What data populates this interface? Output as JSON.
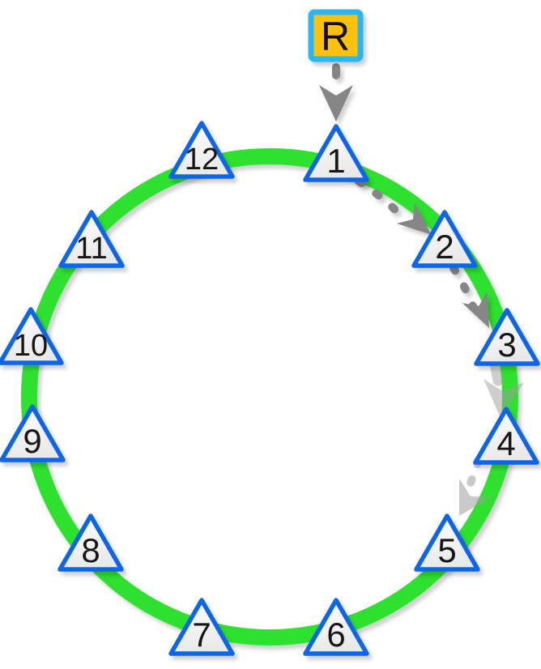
{
  "diagram": {
    "resource": {
      "label": "R"
    },
    "nodes": [
      {
        "label": "1"
      },
      {
        "label": "2"
      },
      {
        "label": "3"
      },
      {
        "label": "4"
      },
      {
        "label": "5"
      },
      {
        "label": "6"
      },
      {
        "label": "7"
      },
      {
        "label": "8"
      },
      {
        "label": "9"
      },
      {
        "label": "10"
      },
      {
        "label": "11"
      },
      {
        "label": "12"
      }
    ],
    "edges": [
      {
        "from": "R",
        "to": "1",
        "style": "dashed-arrow",
        "tone": "dark"
      },
      {
        "from": "1",
        "to": "2",
        "style": "dashed-arrow",
        "tone": "dark"
      },
      {
        "from": "2",
        "to": "3",
        "style": "dashed-arrow",
        "tone": "dark"
      },
      {
        "from": "3",
        "to": "4",
        "style": "arrow",
        "tone": "faded"
      },
      {
        "from": "4",
        "to": "5",
        "style": "dashed-arrow",
        "tone": "faded"
      }
    ],
    "colors": {
      "ring_green": "#2FE12F",
      "node_border_blue": "#0E65E8",
      "node_fill": "#f5f5f5",
      "resource_fill_amber": "#FFC107",
      "resource_border_cyan": "#29B6F6",
      "arrow_dark_gray": "#868686",
      "arrow_faded_gray": "#9E9E9E",
      "label_black": "#161616"
    }
  }
}
